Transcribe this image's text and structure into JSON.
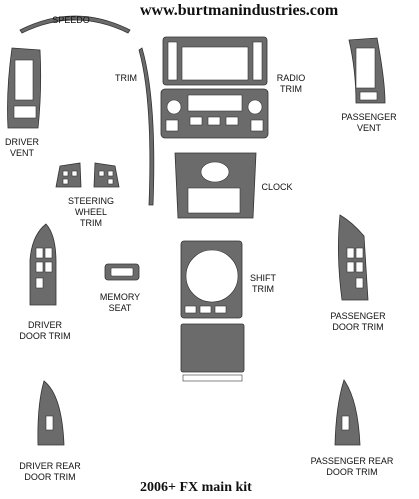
{
  "website": "www.burtmanindustries.com",
  "footer_title": "2006+ FX main kit",
  "labels": {
    "speedo": "SPEEDO",
    "trim": "TRIM",
    "radio_trim": "RADIO\nTRIM",
    "driver_vent": "DRIVER\nVENT",
    "passenger_vent": "PASSENGER\nVENT",
    "clock": "CLOCK",
    "steering_wheel_trim": "STEERING\nWHEEL\nTRIM",
    "memory_seat": "MEMORY\nSEAT",
    "shift_trim": "SHIFT\nTRIM",
    "driver_door_trim": "DRIVER\nDOOR TRIM",
    "passenger_door_trim": "PASSENGER\nDOOR TRIM",
    "driver_rear_door_trim": "DRIVER REAR\nDOOR TRIM",
    "passenger_rear_door_trim": "PASSENGER REAR\nDOOR TRIM"
  },
  "colors": {
    "part_fill": "#6b6b6b",
    "outline": "#333333",
    "background": "#ffffff"
  }
}
